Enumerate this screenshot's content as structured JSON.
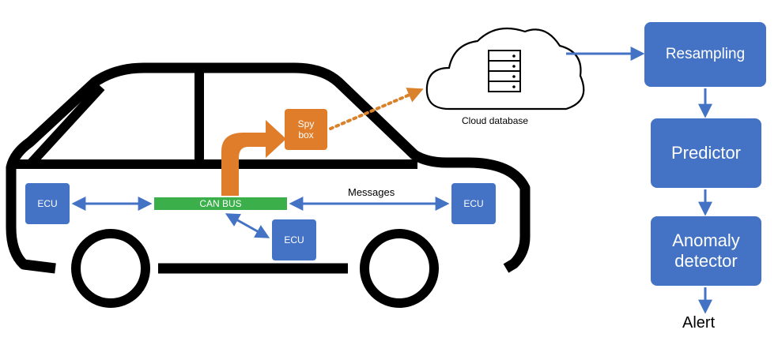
{
  "diagram": {
    "car": {
      "ecu_label": "ECU",
      "can_bus_label": "CAN BUS",
      "spy_box_label_line1": "Spy",
      "spy_box_label_line2": "box",
      "messages_label": "Messages"
    },
    "cloud": {
      "label": "Cloud database"
    },
    "pipeline": {
      "resampling": "Resampling",
      "predictor": "Predictor",
      "anomaly_line1": "Anomaly",
      "anomaly_line2": "detector",
      "alert": "Alert"
    },
    "colors": {
      "ecu_box": "#4472c4",
      "can_bus": "#3bb04a",
      "spy_box": "#e07d2a",
      "car_outline": "#000000",
      "arrow": "#4472c4",
      "dotted_arrow": "#d9822b"
    }
  }
}
